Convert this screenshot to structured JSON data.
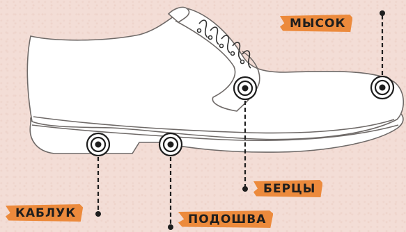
{
  "labels": {
    "toe": "МЫСОК",
    "quarter": "БЕРЦЫ",
    "heel": "КАБЛУК",
    "sole": "ПОДОШВА"
  },
  "colors": {
    "background": "#f3ddd6",
    "label_bg": "#ec8a3c",
    "ink": "#1e1e1e",
    "shoe_fill": "#ffffff",
    "shoe_stroke": "#6f6a68"
  }
}
